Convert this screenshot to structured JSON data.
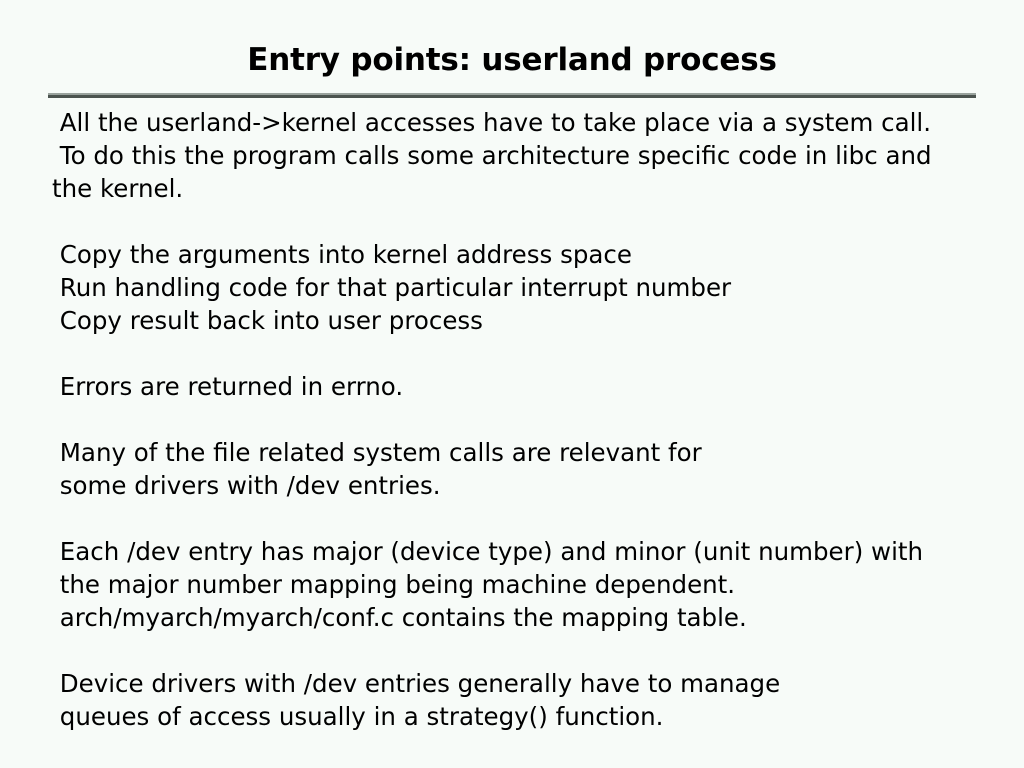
{
  "slide": {
    "title": "Entry points: userland process",
    "background_color": "#f7fbf8",
    "text_color": "#000000",
    "rule": {
      "light_color": "#99a29d",
      "dark_color": "#4b534f"
    },
    "blocks": [
      {
        "id": "syscall-intro",
        "lines": [
          " All the userland->kernel accesses have to take place via a system call.",
          " To do this the program calls some architecture specific code in libc and",
          "the kernel."
        ]
      },
      {
        "id": "syscall-steps",
        "lines": [
          " Copy the arguments into kernel address space",
          " Run handling code for that particular interrupt number",
          " Copy result back into user process"
        ]
      },
      {
        "id": "errors",
        "lines": [
          " Errors are returned in errno."
        ]
      },
      {
        "id": "file-syscalls",
        "lines": [
          " Many of the file related system calls are relevant for",
          " some drivers with /dev entries."
        ]
      },
      {
        "id": "dev-major-minor",
        "lines": [
          " Each /dev entry has major (device type) and minor (unit number) with",
          " the major number mapping being machine dependent.",
          " arch/myarch/myarch/conf.c contains the mapping table."
        ]
      },
      {
        "id": "device-drivers",
        "lines": [
          " Device drivers with /dev entries generally have to manage",
          " queues of access usually in a strategy() function."
        ]
      }
    ]
  }
}
